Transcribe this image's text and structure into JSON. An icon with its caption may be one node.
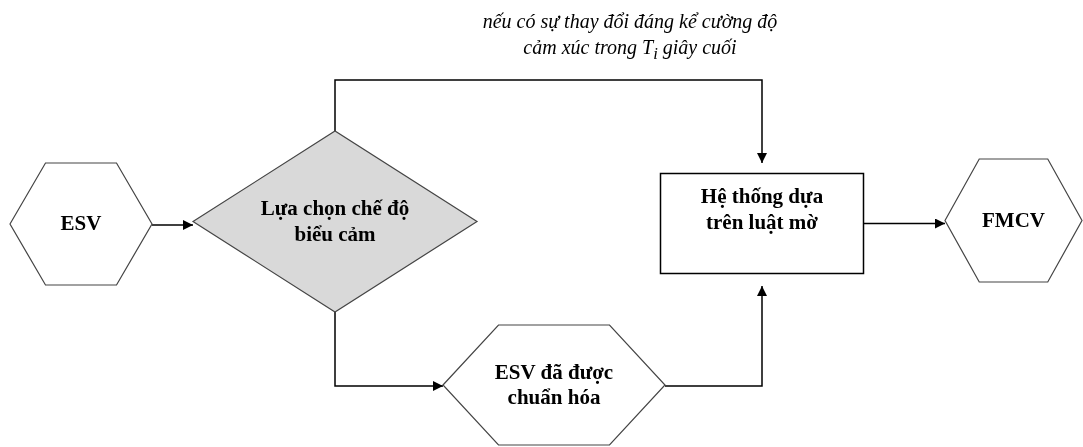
{
  "diagram": {
    "nodes": [
      {
        "text": [
          "ESV"
        ]
      },
      {
        "text": [
          "Lựa chọn chế độ biểu cảm"
        ]
      },
      {
        "text": [
          "Hệ thống dựa trên luật mờ"
        ]
      },
      {
        "text": [
          "FMCV"
        ]
      },
      {
        "text": [
          "ESV đã được chuẩn hóa"
        ]
      }
    ],
    "edges": [
      {
        "from": 0,
        "to": 1,
        "arrow": "to"
      },
      {
        "from": 1,
        "to": 2,
        "arrow": "to",
        "label": "nếu có sự thay đổi đáng kể cường độ cảm xúc trong T$_{i}$ giây cuối"
      },
      {
        "from": 1,
        "to": 4,
        "arrow": "to"
      },
      {
        "from": 4,
        "to": 2,
        "arrow": "to"
      },
      {
        "from": 2,
        "to": 3,
        "arrow": "to"
      }
    ]
  }
}
